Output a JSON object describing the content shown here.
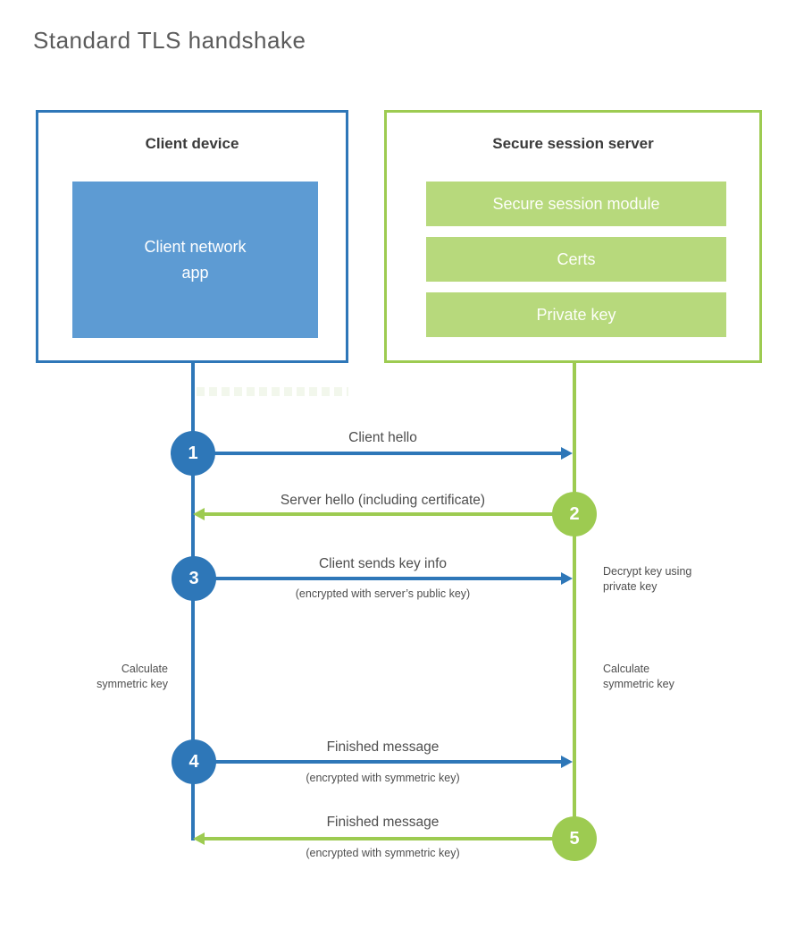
{
  "title": "Standard TLS handshake",
  "client": {
    "header": "Client device",
    "app_label": "Client network\napp"
  },
  "server": {
    "header": "Secure session server",
    "modules": [
      "Secure session module",
      "Certs",
      "Private key"
    ]
  },
  "steps": [
    {
      "num": "1",
      "actor": "client",
      "direction": "right",
      "label": "Client hello",
      "sublabel": ""
    },
    {
      "num": "2",
      "actor": "server",
      "direction": "left",
      "label": "Server hello (including certificate)",
      "sublabel": ""
    },
    {
      "num": "3",
      "actor": "client",
      "direction": "right",
      "label": "Client sends key info",
      "sublabel": "(encrypted with server’s public key)"
    },
    {
      "num": "4",
      "actor": "client",
      "direction": "right",
      "label": "Finished message",
      "sublabel": "(encrypted with symmetric key)"
    },
    {
      "num": "5",
      "actor": "server",
      "direction": "left",
      "label": "Finished message",
      "sublabel": "(encrypted with symmetric key)"
    }
  ],
  "annotations": {
    "decrypt_note": "Decrypt key using\nprivate key",
    "calculate_left": "Calculate\nsymmetric key",
    "calculate_right": "Calculate\nsymmetric key"
  },
  "colors": {
    "blue": "#2e77b8",
    "blue_light": "#5d9bd3",
    "green": "#9dcb51",
    "green_light": "#b7d97c",
    "text_dark": "#3a3a3a",
    "text_gray": "#4e4e4e",
    "title_gray": "#5b5b5b"
  }
}
